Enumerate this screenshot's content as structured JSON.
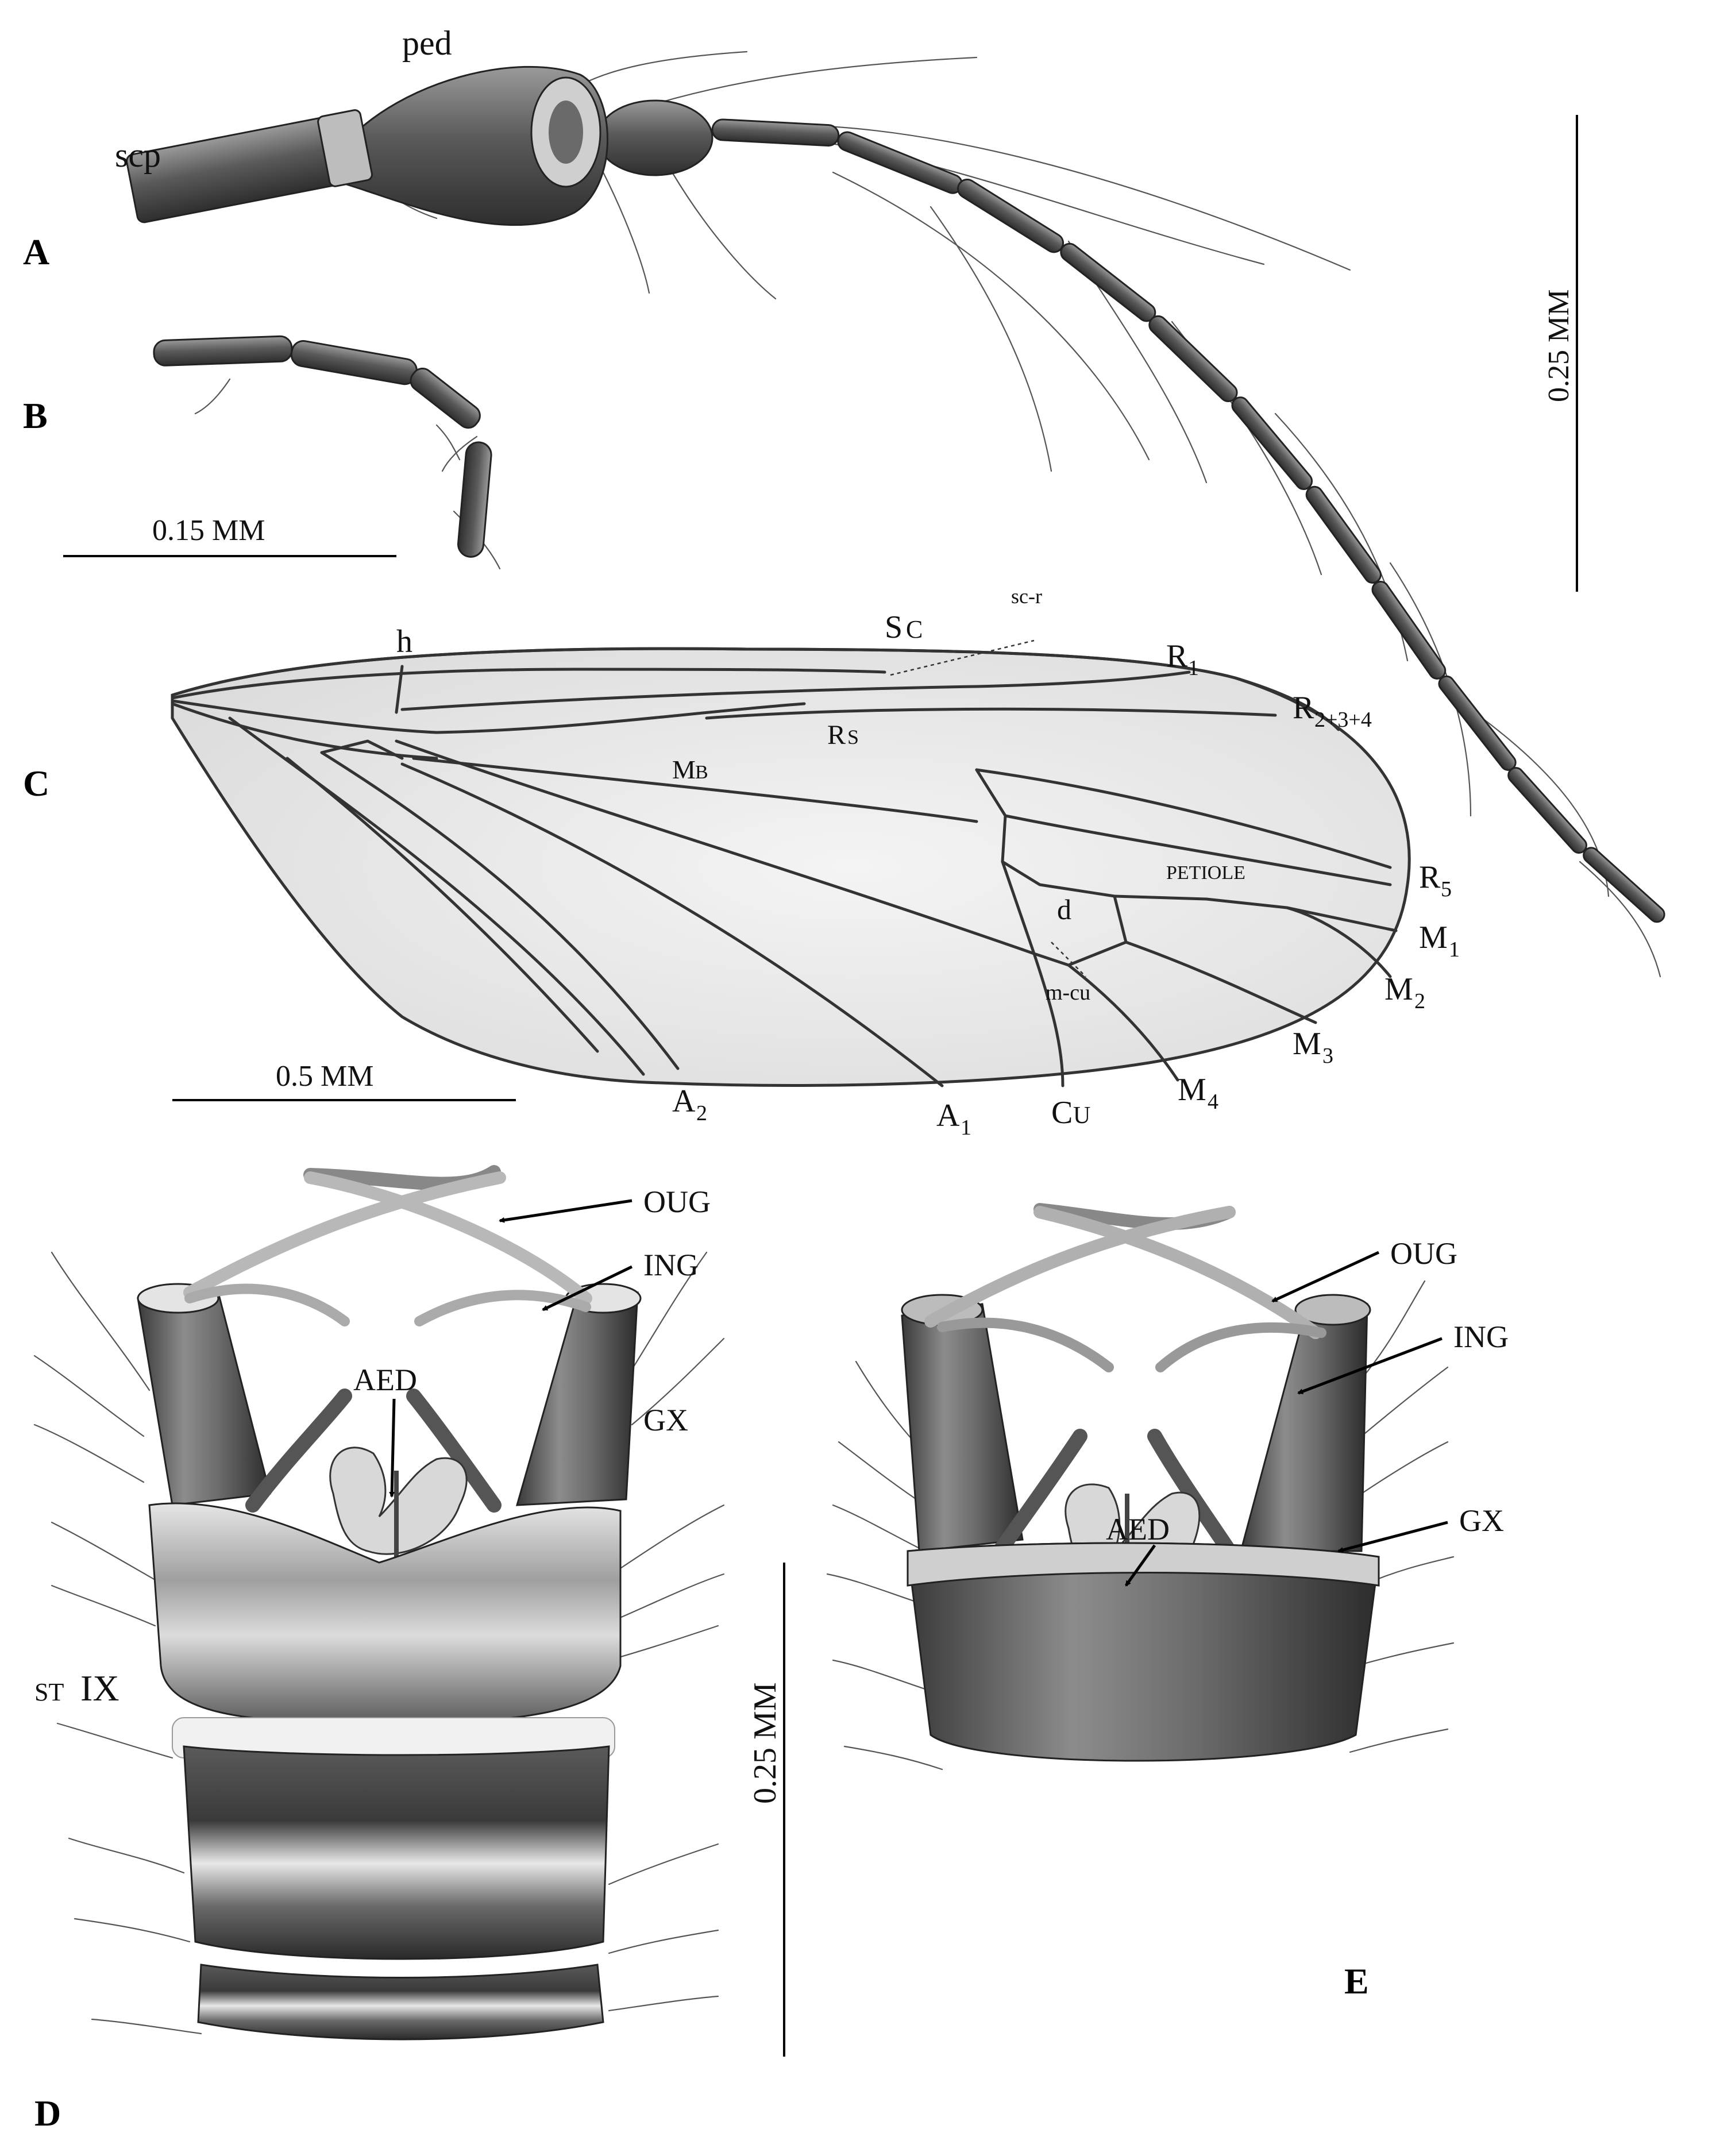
{
  "panels": {
    "A": "A",
    "B": "B",
    "C": "C",
    "D": "D",
    "E": "E"
  },
  "antenna": {
    "scape": "scp",
    "pedicel": "ped",
    "scale": "0.25 MM"
  },
  "palpus": {
    "scale": "0.15 MM"
  },
  "wing": {
    "scale": "0.5 MM",
    "veins": {
      "h": "h",
      "sc": "S",
      "sc_small": "C",
      "sc_r": "sc-r",
      "r1": "R",
      "r1_sub": "1",
      "r234": "R",
      "r234_sub": "2+3+4",
      "rs": "R",
      "rs_small": "S",
      "mb": "M",
      "mb_small": "B",
      "petiole": "PETIOLE",
      "r5": "R",
      "r5_sub": "5",
      "d": "d",
      "m1": "M",
      "m1_sub": "1",
      "m2": "M",
      "m2_sub": "2",
      "m3": "M",
      "m3_sub": "3",
      "m4": "M",
      "m4_sub": "4",
      "m_cu": "m-cu",
      "a2": "A",
      "a2_sub": "2",
      "a1": "A",
      "a1_sub": "1",
      "cu": "C",
      "cu_small": "U"
    }
  },
  "hypopygium_d": {
    "oug": "OUG",
    "ing": "ING",
    "aed": "AED",
    "gx": "GX",
    "st_small": "ST",
    "st_num": "IX"
  },
  "hypopygium_e": {
    "oug": "OUG",
    "ing": "ING",
    "aed": "AED",
    "gx": "GX",
    "scale": "0.25 MM"
  }
}
